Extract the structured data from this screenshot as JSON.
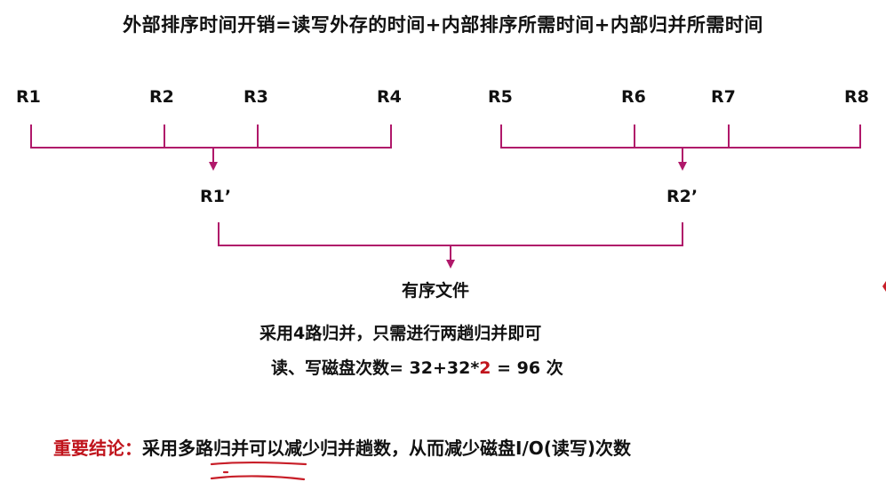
{
  "title": "外部排序时间开销=读写外存的时间+内部排序所需时间+内部归并所需时间",
  "runs": {
    "r1": "R1",
    "r2": "R2",
    "r3": "R3",
    "r4": "R4",
    "r5": "R5",
    "r6": "R6",
    "r7": "R7",
    "r8": "R8"
  },
  "merged": {
    "r1p": "R1’",
    "r2p": "R2’"
  },
  "result": "有序文件",
  "note_line1": "采用4路归并，只需进行两趟归并即可",
  "note_line2": {
    "prefix": "读、写磁盘次数= 32+32*",
    "highlight": "2",
    "suffix": " = 96 次"
  },
  "conclusion": {
    "label": "重要结论：",
    "text_before": "采用",
    "underlined": "多路归并",
    "text_after": "可以减少归并趟数，从而减少磁盘I/O(读写)次数"
  },
  "colors": {
    "line": "#b0186a",
    "accent_red": "#c0141c",
    "annotation_red": "#c81e28"
  }
}
